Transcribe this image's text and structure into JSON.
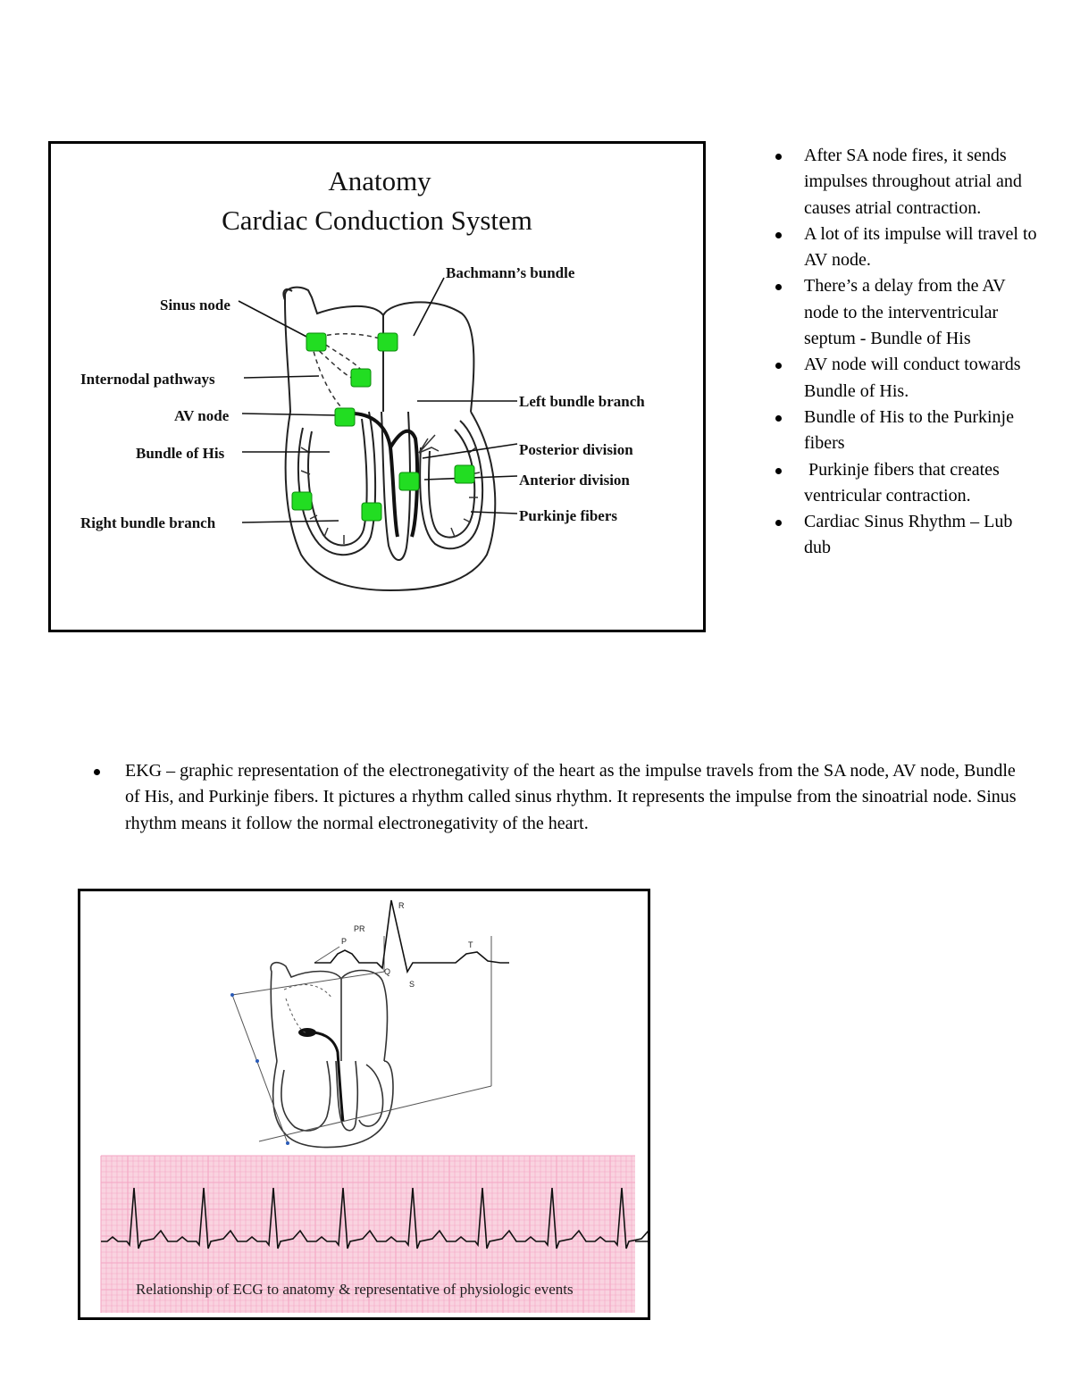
{
  "figure1": {
    "title_line1": "Anatomy",
    "title_line2": "Cardiac Conduction System",
    "labels": {
      "sinus_node": "Sinus node",
      "internodal": "Internodal pathways",
      "av_node": "AV node",
      "bundle_his": "Bundle of His",
      "right_bundle": "Right bundle branch",
      "bachmann": "Bachmann’s bundle",
      "left_bundle": "Left bundle branch",
      "posterior": "Posterior division",
      "anterior": "Anterior division",
      "purkinje": "Purkinje fibers"
    }
  },
  "right_bullets": [
    "After SA node fires, it sends impulses throughout atrial and causes atrial contraction.",
    "A lot of its impulse will travel to AV node.",
    "There’s a delay from the AV node to the interventricular septum - Bundle of His",
    "AV node will conduct towards Bundle of His.",
    "Bundle of His to the Purkinje fibers",
    " Purkinje fibers that creates ventricular contraction.",
    "Cardiac Sinus Rhythm – Lub dub"
  ],
  "middle_bullet": "EKG – graphic representation of the electronegativity of the heart as the impulse travels from the SA node, AV node, Bundle of His, and Purkinje fibers. It pictures a rhythm called sinus rhythm. It represents the impulse from the sinoatrial node. Sinus rhythm means it follow the normal electronegativity of the heart.",
  "figure2": {
    "wave_labels": {
      "p": "P",
      "pr": "PR",
      "q": "Q",
      "r": "R",
      "s": "S",
      "t": "T"
    },
    "caption": "Relationship of ECG to anatomy & representative of physiologic events"
  },
  "colors": {
    "node_green": "#22dd22",
    "ecg_grid": "#f4a6c4",
    "ecg_bg": "#f9d3e0"
  }
}
